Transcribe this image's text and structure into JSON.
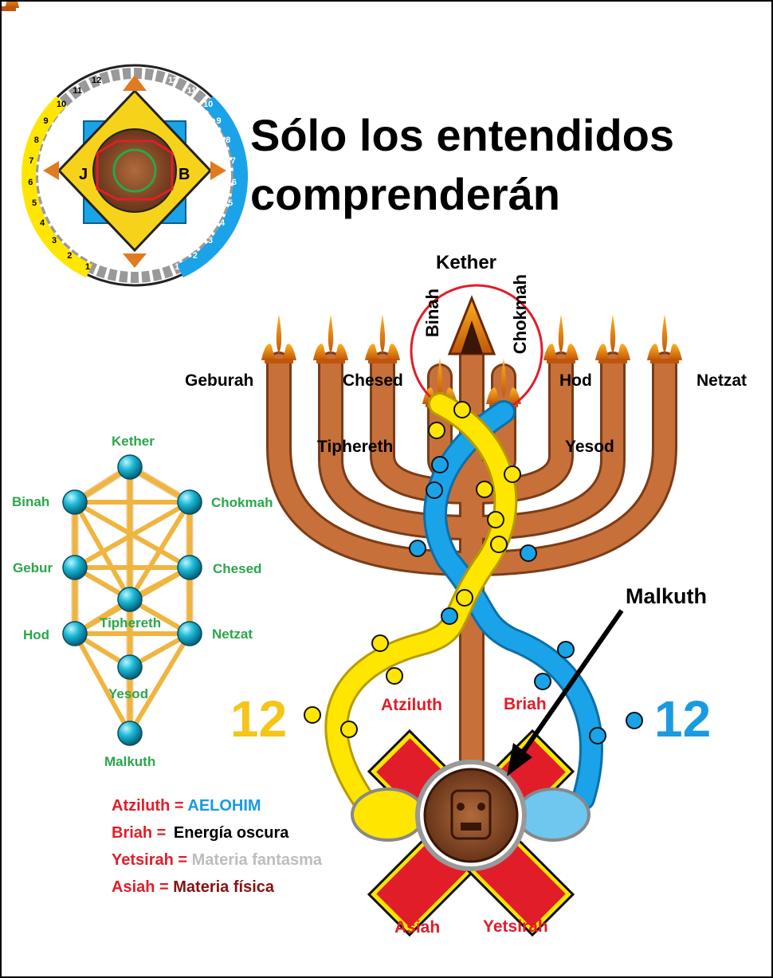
{
  "title": {
    "line1": "Sólo los entendidos",
    "line2": "comprenderán"
  },
  "emblem": {
    "left_letter": "J",
    "right_letter": "B",
    "left_numbers": [
      "12",
      "11",
      "10",
      "9",
      "8",
      "7",
      "6",
      "5",
      "4",
      "3",
      "2",
      "1"
    ],
    "right_numbers": [
      "12",
      "11",
      "10",
      "9",
      "8",
      "7",
      "6",
      "5",
      "4",
      "3",
      "2",
      "1"
    ]
  },
  "menorah": {
    "kether": "Kether",
    "binah": "Binah",
    "chokmah": "Chokmah",
    "geburah": "Geburah",
    "chesed": "Chesed",
    "hod": "Hod",
    "netzat": "Netzat",
    "tiphereth": "Tiphereth",
    "yesod": "Yesod",
    "malkuth": "Malkuth"
  },
  "tree": {
    "kether": "Kether",
    "binah": "Binah",
    "chokmah": "Chokmah",
    "gebur": "Gebur",
    "chesed": "Chesed",
    "tiphereth": "Tiphereth",
    "hod": "Hod",
    "netzat": "Netzat",
    "yesod": "Yesod",
    "malkuth": "Malkuth"
  },
  "twelve_left": "12",
  "twelve_right": "12",
  "worlds": {
    "atziluth": "Atziluth",
    "briah": "Briah",
    "asiah": "Asiah",
    "yetsirah": "Yetsirah"
  },
  "legend": [
    {
      "key": "Atziluth =",
      "value": "AELOHIM",
      "key_color": "#e11d2a",
      "value_color": "#1a9be0"
    },
    {
      "key": "Briah =",
      "value": "Energía oscura",
      "key_color": "#e11d2a",
      "value_color": "#000000"
    },
    {
      "key": "Yetsirah =",
      "value": "Materia fantasma",
      "key_color": "#e11d2a",
      "value_color": "#bdbdbd"
    },
    {
      "key": "Asiah =",
      "value": "Materia física",
      "key_color": "#e11d2a",
      "value_color": "#8b1010"
    }
  ],
  "colors": {
    "menorah": "#c8703a",
    "yellow": "#ffe600",
    "blue": "#1aa3e8",
    "red": "#e11d2a",
    "green": "#2aa64a",
    "gold": "#f5c518"
  }
}
